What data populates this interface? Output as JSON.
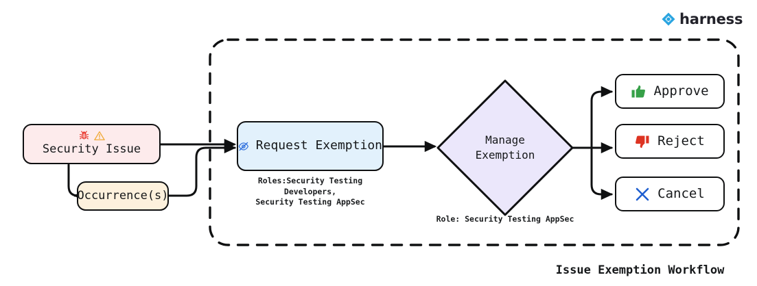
{
  "brand": {
    "name": "harness",
    "mark_icon": "harness-diamond-logo",
    "color": "#29a4e0"
  },
  "diagram": {
    "title": "Issue Exemption Workflow",
    "boundary": {
      "style": "dashed",
      "name": "exemption-process-boundary"
    },
    "nodes": {
      "security_issue": {
        "label": "Security Issue",
        "fill": "#fdebec",
        "icons": [
          "bug-icon",
          "warning-triangle-icon"
        ],
        "icon_colors": [
          "#e8342a",
          "#f0ab3a"
        ]
      },
      "occurrences": {
        "label": "Occurrence(s)",
        "fill": "#fdf1dd"
      },
      "request_exemption": {
        "label": "Request Exemption",
        "fill": "#e2f1fc",
        "icon": "eye-slash-icon",
        "icon_color": "#2f6fdd",
        "caption": "Roles:Security Testing Developers,\nSecurity Testing AppSec"
      },
      "manage_exemption": {
        "label": "Manage\nExemption",
        "fill": "#ebe7fb",
        "shape": "diamond",
        "caption": "Role: Security Testing AppSec"
      },
      "approve": {
        "label": "Approve",
        "fill": "#ffffff",
        "icon": "thumbs-up-icon",
        "icon_color": "#36a048"
      },
      "reject": {
        "label": "Reject",
        "fill": "#ffffff",
        "icon": "thumbs-down-icon",
        "icon_color": "#dd3322"
      },
      "cancel": {
        "label": "Cancel",
        "fill": "#ffffff",
        "icon": "x-mark-icon",
        "icon_color": "#1f5fd0"
      }
    },
    "edges": [
      {
        "from": "security_issue",
        "to": "request_exemption"
      },
      {
        "from": "security_issue",
        "to": "occurrences"
      },
      {
        "from": "occurrences",
        "to": "request_exemption"
      },
      {
        "from": "request_exemption",
        "to": "manage_exemption"
      },
      {
        "from": "manage_exemption",
        "to": "approve"
      },
      {
        "from": "manage_exemption",
        "to": "reject"
      },
      {
        "from": "manage_exemption",
        "to": "cancel"
      }
    ]
  }
}
